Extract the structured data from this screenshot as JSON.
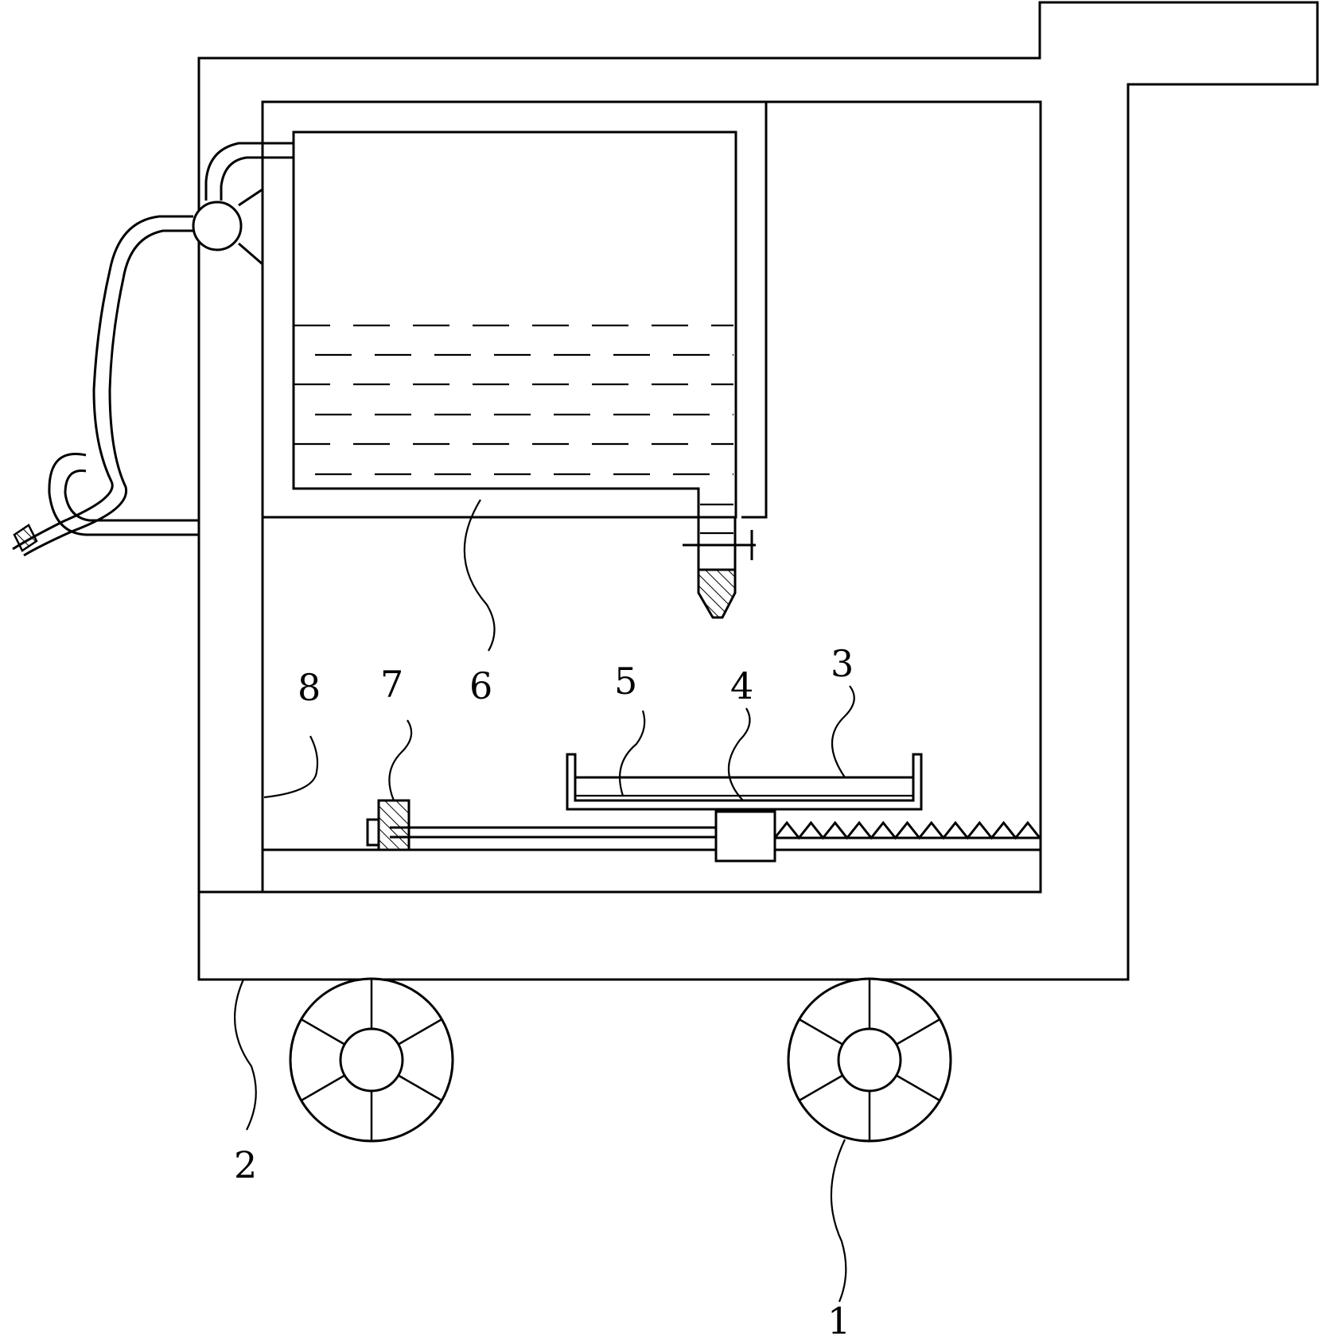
{
  "labels": [
    "1",
    "2",
    "3",
    "4",
    "5",
    "6",
    "7",
    "8"
  ],
  "colors": {
    "line": "#000000",
    "background": "#ffffff"
  }
}
